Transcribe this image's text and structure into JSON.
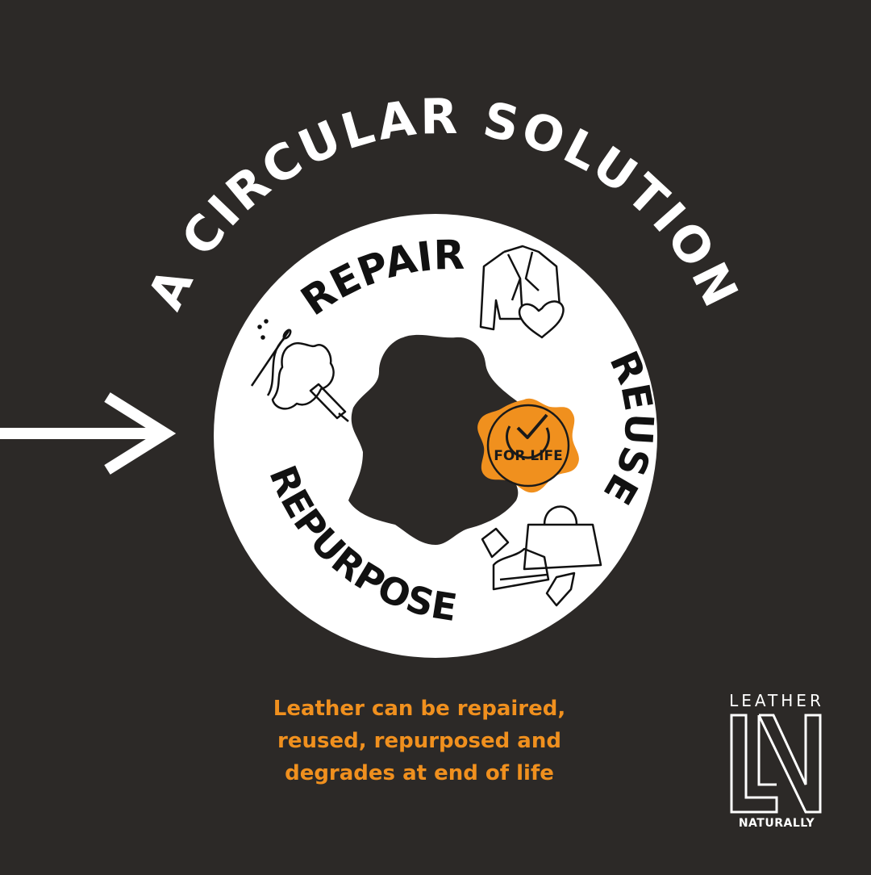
{
  "headline": "A CIRCULAR  SOLUTION",
  "ring": {
    "repair": "REPAIR",
    "reuse": "REUSE",
    "repurpose": "REPURPOSE"
  },
  "badge": {
    "label": "FOR LIFE"
  },
  "caption": {
    "line1": "Leather can be repaired,",
    "line2": "reused, repurposed and",
    "line3": "degrades at end of life"
  },
  "logo": {
    "top": "LEATHER",
    "bottom": "NATURALLY"
  },
  "colors": {
    "background": "#2c2927",
    "accent": "#f0901e",
    "ring": "#ffffff",
    "ink": "#1a1a1a"
  },
  "icons": [
    "arrow-right-icon",
    "leather-jacket-heart-icon",
    "needle-hide-brush-icon",
    "bag-shoe-scraps-icon",
    "check-badge-icon"
  ]
}
